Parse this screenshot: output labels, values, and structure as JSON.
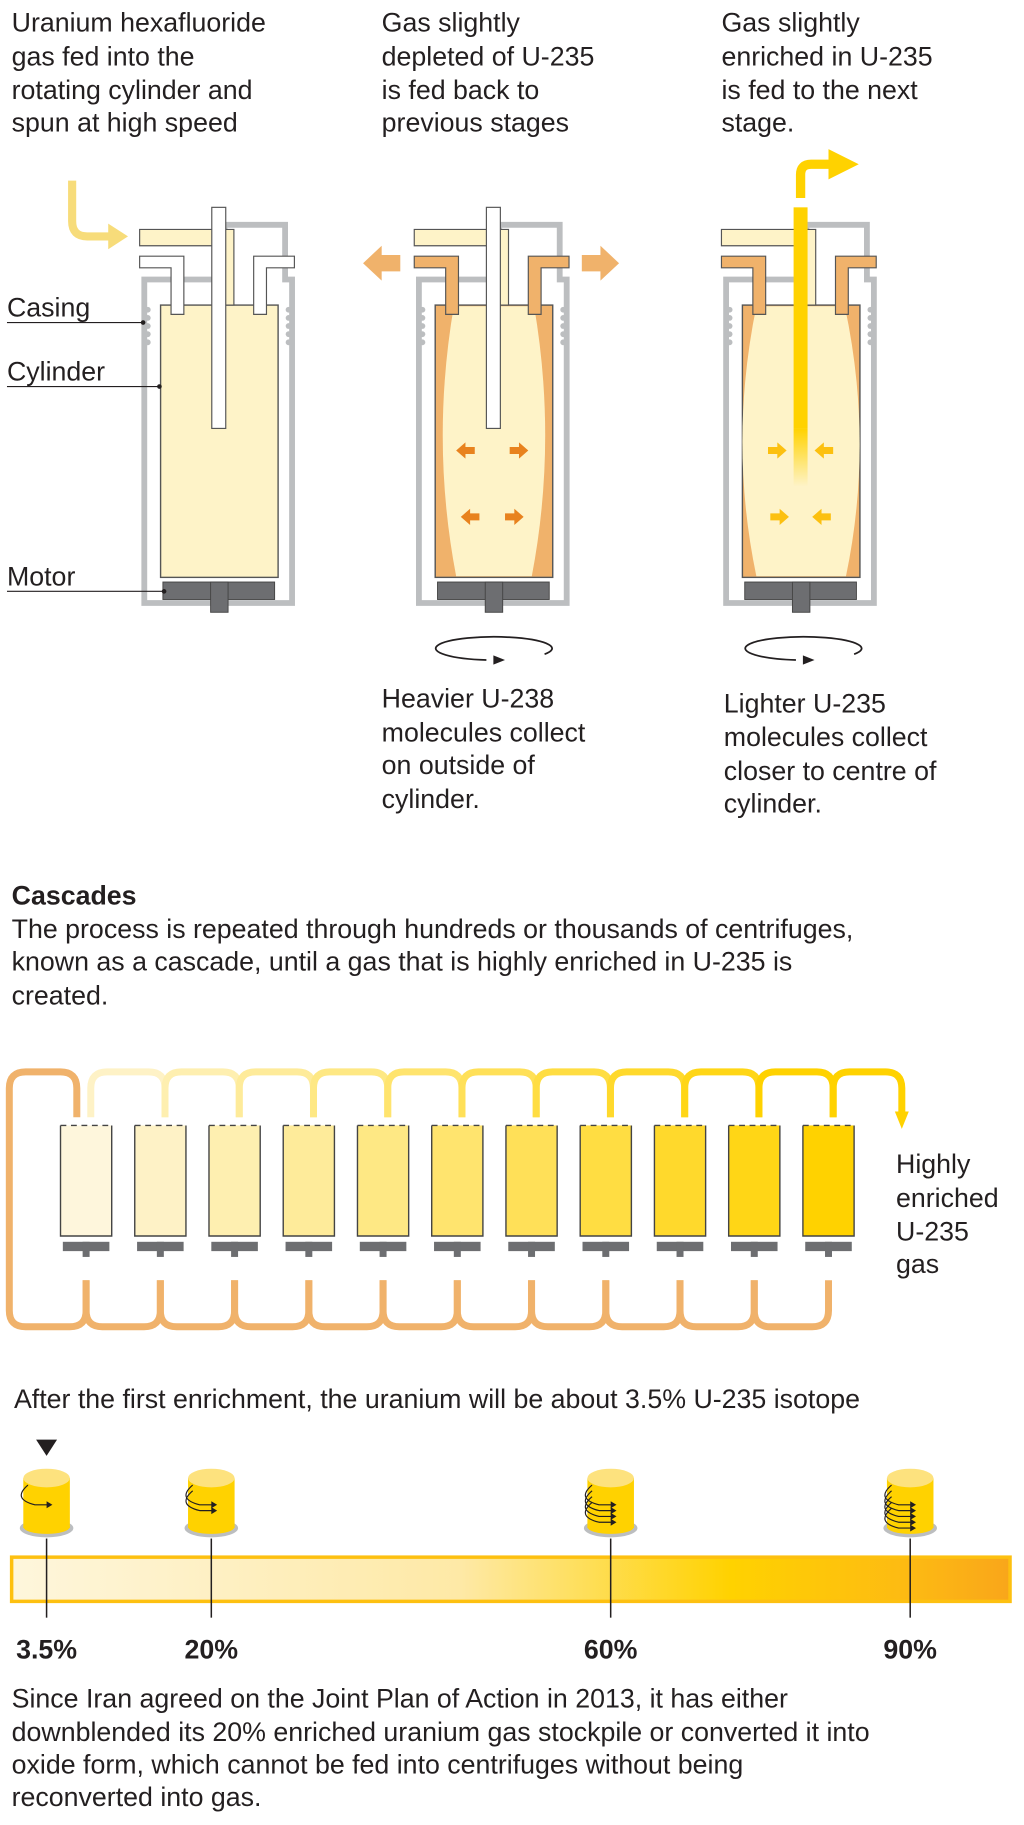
{
  "intro": {
    "col1": [
      "Uranium hexafluoride",
      "gas fed into the",
      "rotating cylinder and",
      "spun at high speed"
    ],
    "col2": [
      "Gas slightly",
      "depleted of U-235",
      "is fed back to",
      "previous stages"
    ],
    "col3": [
      "Gas slightly",
      "enriched in U-235",
      "is fed to the next",
      "stage."
    ]
  },
  "labels": {
    "casing": "Casing",
    "cylinder": "Cylinder",
    "motor": "Motor"
  },
  "captions": {
    "heavier": [
      "Heavier U-238",
      "molecules collect",
      "on outside of",
      "cylinder."
    ],
    "lighter": [
      "Lighter U-235",
      "molecules collect",
      "closer to centre of",
      "cylinder."
    ]
  },
  "cascades": {
    "title": "Cascades",
    "body": [
      "The process is repeated through hundreds or thousands of centrifuges,",
      "known as a cascade, until a gas that is highly enriched in U-235 is",
      "created."
    ],
    "stage_count": 11,
    "output_label": [
      "Highly",
      "enriched",
      "U-235",
      "gas"
    ]
  },
  "enrichment": {
    "note": "After the first enrichment, the uranium will be about 3.5% U-235 isotope",
    "scale_max": 100,
    "markers": [
      {
        "value": 3.5,
        "label": "3.5%",
        "swirls": 1,
        "current": true
      },
      {
        "value": 20,
        "label": "20%",
        "swirls": 2,
        "current": false
      },
      {
        "value": 60,
        "label": "60%",
        "swirls": 4,
        "current": false
      },
      {
        "value": 90,
        "label": "90%",
        "swirls": 5,
        "current": false
      }
    ],
    "footer": [
      "Since Iran agreed on the Joint Plan of Action in 2013, it has either",
      "downblended its 20% enriched uranium gas stockpile or converted it into",
      "oxide form, which cannot be fed into centrifuges without being",
      "reconverted into gas."
    ]
  },
  "colors": {
    "pale": "#fef3c8",
    "orange": "#f0b26b",
    "orange_dark": "#e8821e",
    "yellow": "#ffd200",
    "gray": "#bcbec0",
    "motor": "#6d6e71"
  }
}
